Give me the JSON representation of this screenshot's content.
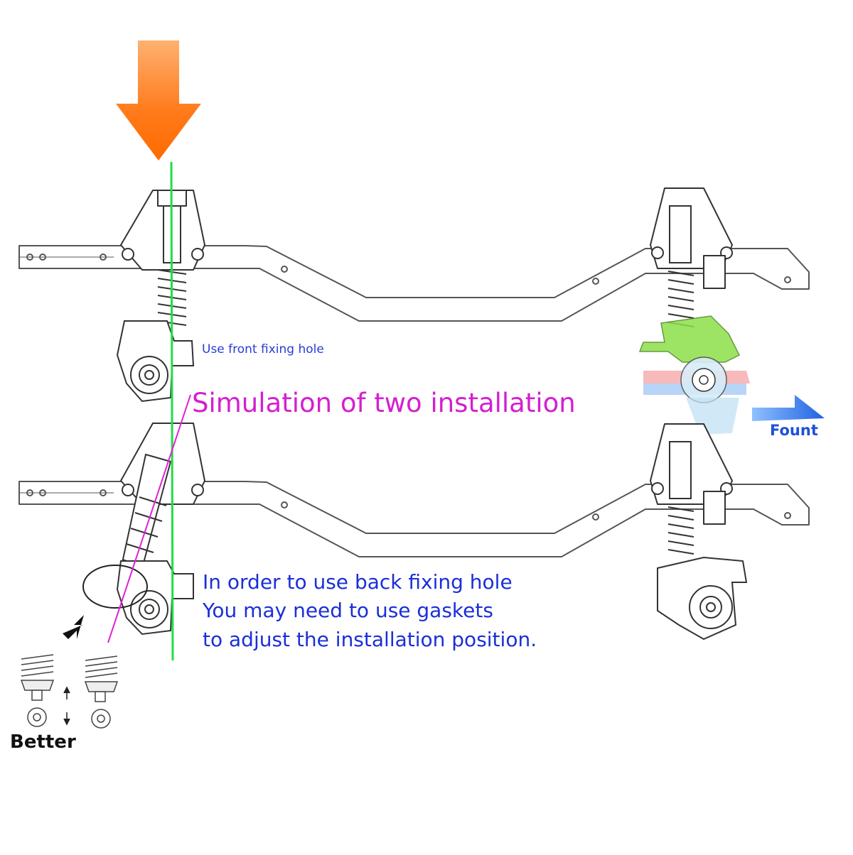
{
  "labels": {
    "front_hole": "Use front fixing hole",
    "title": "Simulation of two installation",
    "direction": "Fount",
    "note_line1": "In order to use back fixing hole",
    "note_line2": "You may need to use gaskets",
    "note_line3": "to adjust the installation position.",
    "better": "Better"
  },
  "colors": {
    "arrow_orange": "#ff7a1a",
    "guide_green": "#22dd44",
    "angle_magenta": "#e020d8",
    "direction_blue": "#2f6fe0",
    "text_blue": "#1a2fd8",
    "text_magenta": "#d41fd0",
    "line_gray": "#444444"
  }
}
